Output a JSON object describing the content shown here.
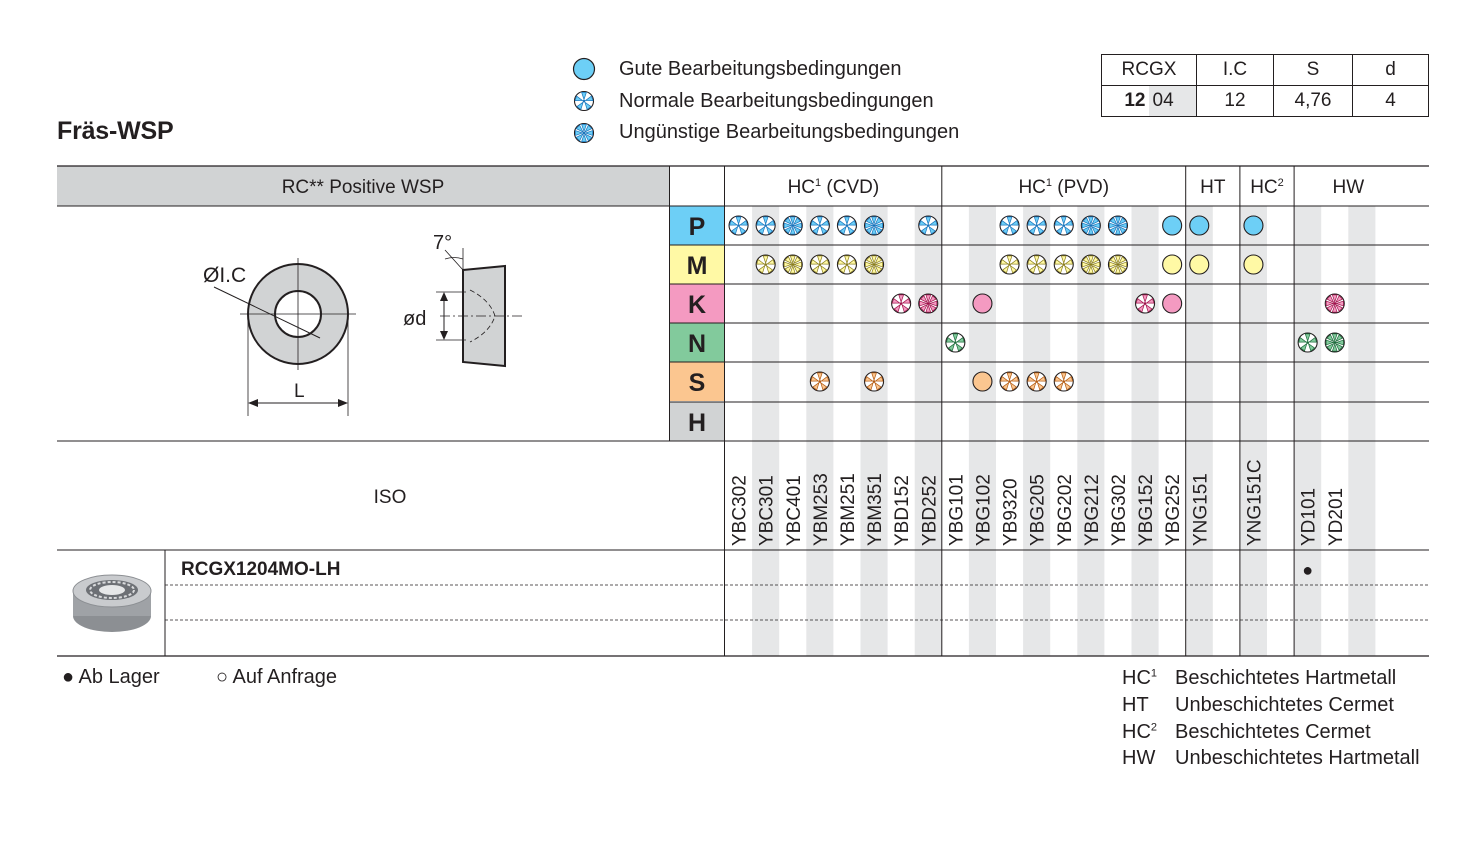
{
  "title": "Fräs-WSP",
  "legend": {
    "good": "Gute Bearbeitungsbedingungen",
    "normal": "Normale Bearbeitungsbedingungen",
    "poor": "Ungünstige Bearbeitungsbedingungen"
  },
  "spec_table": {
    "headers": [
      "RCGX",
      "I.C",
      "S",
      "d"
    ],
    "code_bold": "12",
    "code_light": "04",
    "values": [
      "12",
      "4,76",
      "4"
    ]
  },
  "header": {
    "type": "RC** Positive WSP",
    "groups": [
      {
        "base": "HC",
        "sup": "1",
        "suffix": " (CVD)"
      },
      {
        "base": "HC",
        "sup": "1",
        "suffix": " (PVD)"
      },
      {
        "base": "HT",
        "sup": "",
        "suffix": ""
      },
      {
        "base": "HC",
        "sup": "2",
        "suffix": ""
      },
      {
        "base": "HW",
        "sup": "",
        "suffix": ""
      }
    ]
  },
  "diagram": {
    "ic_label": "ØI.C",
    "l_label": "L",
    "d_label": "ød",
    "angle_label": "7°"
  },
  "materials": [
    {
      "letter": "P",
      "color": "#6dcff6",
      "dark": "#1b75bc"
    },
    {
      "letter": "M",
      "color": "#fff9a5",
      "dark": "#8a7e1e"
    },
    {
      "letter": "K",
      "color": "#f49ac1",
      "dark": "#a0134c"
    },
    {
      "letter": "N",
      "color": "#82ca9c",
      "dark": "#1e6b3c"
    },
    {
      "letter": "S",
      "color": "#fbc690",
      "dark": "#b35b12"
    },
    {
      "letter": "H",
      "color": "#d1d3d4",
      "dark": "#555555"
    }
  ],
  "grades": [
    "YBC302",
    "YBC301",
    "YBC401",
    "YBM253",
    "YBM251",
    "YBM351",
    "YBD152",
    "YBD252",
    "YBG101",
    "YBG102",
    "YB9320",
    "YBG205",
    "YBG202",
    "YBG212",
    "YBG302",
    "YBG152",
    "YBG252",
    "YNG151",
    "",
    "YNG151C",
    "",
    "YD101",
    "YD201",
    "",
    ""
  ],
  "iso_label": "ISO",
  "suitability": {
    "P": [
      1,
      1,
      2,
      1,
      1,
      2,
      0,
      1,
      0,
      0,
      1,
      1,
      1,
      2,
      2,
      0,
      3,
      3,
      0,
      3,
      0,
      0,
      0,
      0,
      0
    ],
    "M": [
      0,
      1,
      2,
      1,
      1,
      2,
      0,
      0,
      0,
      0,
      1,
      1,
      1,
      2,
      2,
      0,
      3,
      3,
      0,
      3,
      0,
      0,
      0,
      0,
      0
    ],
    "K": [
      0,
      0,
      0,
      0,
      0,
      0,
      1,
      2,
      0,
      3,
      0,
      0,
      0,
      0,
      0,
      1,
      3,
      0,
      0,
      0,
      0,
      0,
      2,
      0,
      0
    ],
    "N": [
      0,
      0,
      0,
      0,
      0,
      0,
      0,
      0,
      1,
      0,
      0,
      0,
      0,
      0,
      0,
      0,
      0,
      0,
      0,
      0,
      0,
      1,
      2,
      0,
      0
    ],
    "S": [
      0,
      0,
      0,
      1,
      0,
      1,
      0,
      0,
      0,
      3,
      1,
      1,
      1,
      0,
      0,
      0,
      0,
      0,
      0,
      0,
      0,
      0,
      0,
      0,
      0
    ],
    "H": [
      0,
      0,
      0,
      0,
      0,
      0,
      0,
      0,
      0,
      0,
      0,
      0,
      0,
      0,
      0,
      0,
      0,
      0,
      0,
      0,
      0,
      0,
      0,
      0,
      0
    ]
  },
  "products": [
    {
      "name": "RCGX1204MO-LH",
      "stock": "●",
      "stock_col": 21
    },
    {
      "name": "",
      "stock": "",
      "stock_col": -1
    },
    {
      "name": "",
      "stock": "",
      "stock_col": -1
    }
  ],
  "footer": {
    "in_stock": "● Ab Lager",
    "on_request": "○ Auf Anfrage",
    "abbreviations": [
      {
        "abbr": "HC",
        "sup": "1",
        "text": "Beschichtetes Hartmetall"
      },
      {
        "abbr": "HT",
        "sup": "",
        "text": "Unbeschichtetes Cermet"
      },
      {
        "abbr": "HC",
        "sup": "2",
        "text": "Beschichtetes Cermet"
      },
      {
        "abbr": "HW",
        "sup": "",
        "text": "Unbeschichtetes Hartmetall"
      }
    ]
  }
}
